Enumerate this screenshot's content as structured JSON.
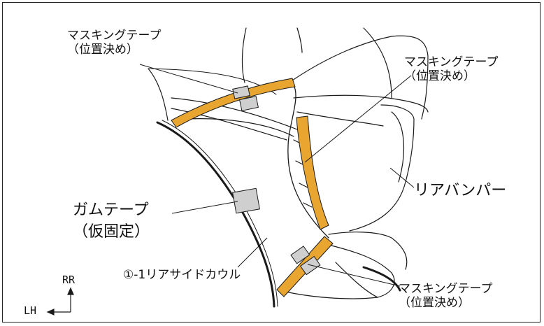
{
  "labels": {
    "masking_tape_top_left": {
      "line1": "マスキングテープ",
      "line2": "（位置決め）"
    },
    "masking_tape_right": {
      "line1": "マスキングテープ",
      "line2": "（位置決め）"
    },
    "masking_tape_bottom": {
      "line1": "マスキングテープ",
      "line2": "（位置決め）"
    },
    "gum_tape": {
      "line1": "ガムテープ",
      "line2": "（仮固定）"
    },
    "rear_bumper": "リアバンパー",
    "rear_side_cowl": "①-1リアサイドカウル"
  },
  "axes": {
    "vertical": "RR",
    "horizontal": "LH"
  },
  "colors": {
    "masking_tape": "#e8a630",
    "gum_tape": "#cfcfcf",
    "line": "#1a1a1a"
  }
}
